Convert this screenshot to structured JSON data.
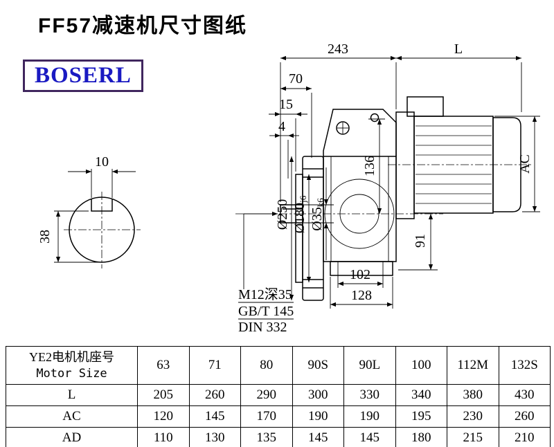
{
  "page": {
    "title": "FF57减速机尺寸图纸",
    "logo_text": "BOSERL"
  },
  "drawing": {
    "dims": {
      "overall_243": "243",
      "motor_len_L": "L",
      "shaft_len_70": "70",
      "step_15": "15",
      "step_4": "4",
      "motor_dia_AC": "AC",
      "key_width_10": "10",
      "key_height_38": "38",
      "flange_dia": "Ø250",
      "spigot_dia": "Ø180",
      "spigot_tol": "j6",
      "shaft_dia": "Ø35",
      "shaft_tol": "k6",
      "center_height_136": "136",
      "center_bottom_91": "91",
      "base_inner_102": "102",
      "base_outer_128": "128"
    },
    "notes": {
      "tap_hole": "M12深35",
      "standard_1": "GB/T 145",
      "standard_2": "DIN 332"
    }
  },
  "table": {
    "header": {
      "label_cn": "YE2电机机座号",
      "label_en": "Motor Size",
      "sizes": [
        "63",
        "71",
        "80",
        "90S",
        "90L",
        "100",
        "112M",
        "132S"
      ]
    },
    "rows": [
      {
        "label": "L",
        "values": [
          "205",
          "260",
          "290",
          "300",
          "330",
          "340",
          "380",
          "430"
        ]
      },
      {
        "label": "AC",
        "values": [
          "120",
          "145",
          "170",
          "190",
          "190",
          "195",
          "230",
          "260"
        ]
      },
      {
        "label": "AD",
        "values": [
          "110",
          "130",
          "135",
          "145",
          "145",
          "180",
          "215",
          "210"
        ]
      }
    ]
  }
}
